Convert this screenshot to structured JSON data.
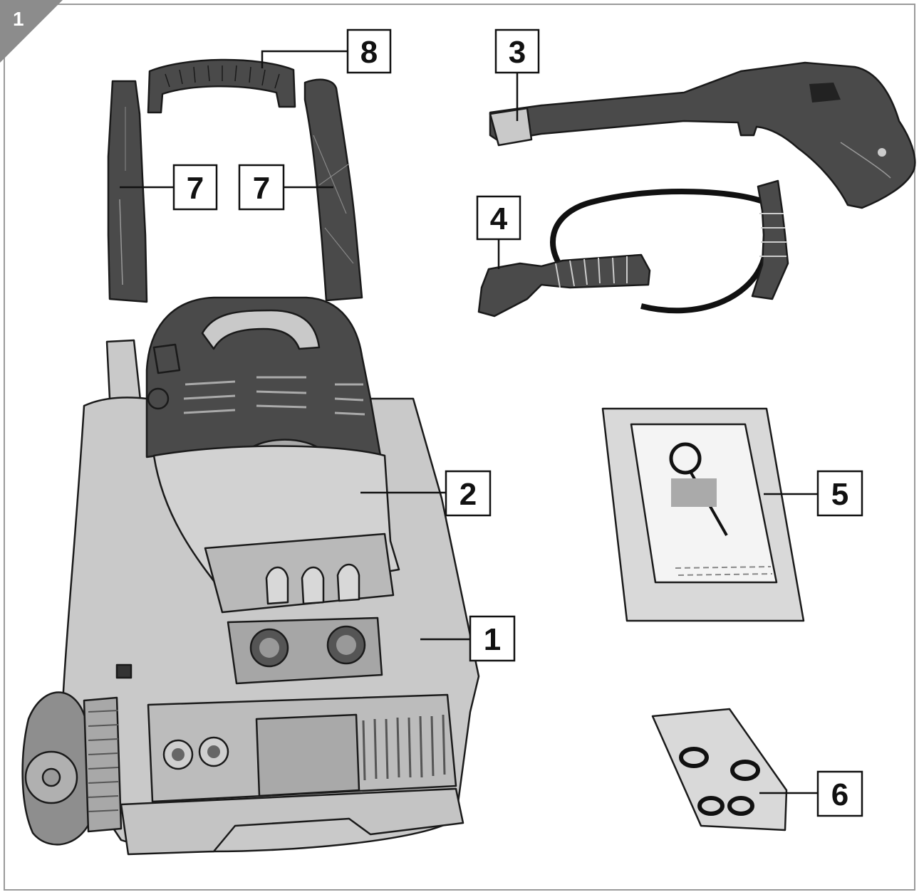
{
  "figure": {
    "number": "1"
  },
  "callouts": [
    {
      "id": "1",
      "label": "1"
    },
    {
      "id": "2",
      "label": "2"
    },
    {
      "id": "3",
      "label": "3"
    },
    {
      "id": "4",
      "label": "4"
    },
    {
      "id": "5",
      "label": "5"
    },
    {
      "id": "6",
      "label": "6"
    },
    {
      "id": "7a",
      "label": "7"
    },
    {
      "id": "7b",
      "label": "7"
    },
    {
      "id": "8",
      "label": "8"
    }
  ],
  "colors": {
    "frame": "#9a9a9a",
    "corner_tab": "#8c8c8c",
    "body_gray": "#c9c9c9",
    "dark_gray": "#4a4a4a",
    "outline": "#1a1a1a"
  }
}
